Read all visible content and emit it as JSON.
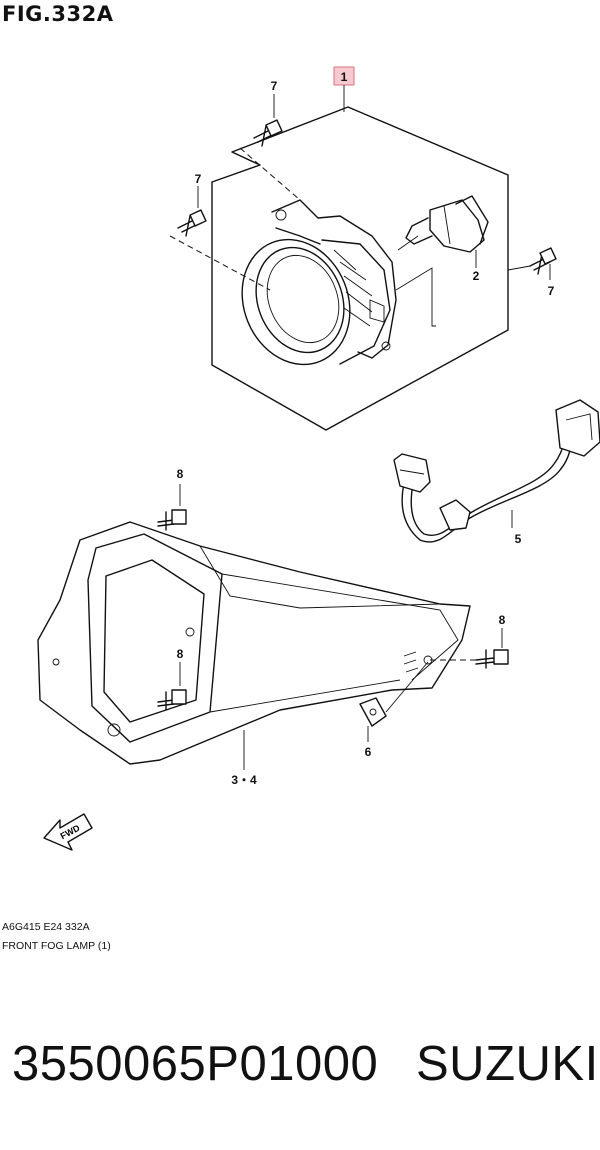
{
  "figure": {
    "title": "FIG.332A",
    "reference_code": "A6G415 E24 332A",
    "caption": "FRONT FOG LAMP (1)"
  },
  "callouts": {
    "c1": "1",
    "c2": "2",
    "c3": "3・4",
    "c5": "5",
    "c6": "6",
    "c7a": "7",
    "c7b": "7",
    "c7c": "7",
    "c8a": "8",
    "c8b": "8",
    "c8c": "8"
  },
  "direction_arrow": {
    "label": "FWD"
  },
  "footer": {
    "part_number": "3550065P01000",
    "brand": "SUZUKI"
  },
  "colors": {
    "ink": "#111111",
    "callout_box_fill": "#f7c9d0",
    "callout_box_stroke": "#d9727f"
  }
}
